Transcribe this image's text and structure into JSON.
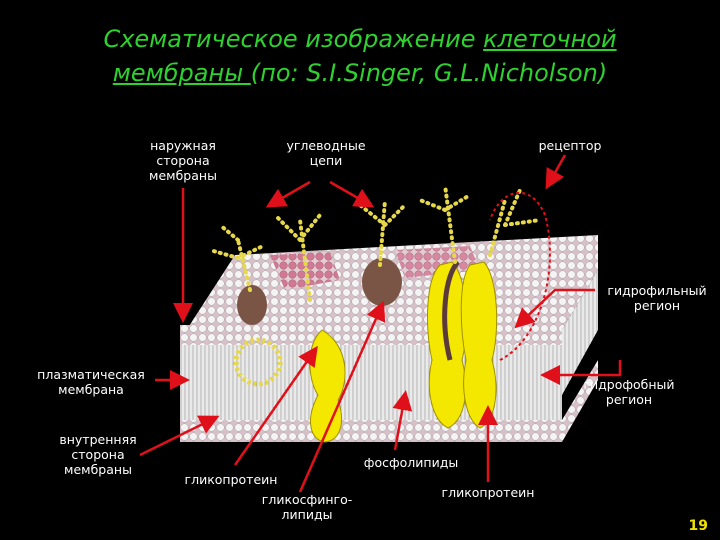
{
  "title": {
    "part1": "Схематическое изображение ",
    "link1": "клеточной",
    "link2": "мембраны ",
    "part2": "(по: S.I.Singer, G.L.Nicholson)"
  },
  "labels": {
    "outer_side": "наружная сторона мембраны",
    "carbohydrate_chains": "углеводные цепи",
    "receptor": "рецептор",
    "hydrophilic_region": "гидрофильный регион",
    "plasma_membrane": "плазматическая мембрана",
    "hydrophobic_region": "гидрофобный регион",
    "inner_side": "внутренняя сторона мембраны",
    "phospholipids": "фосфолипиды",
    "glycoprotein_left": "гликопротеин",
    "glycosphingolipids": "гликосфинго- липиды",
    "glycoprotein_right": "гликопротеин"
  },
  "page_number": "19",
  "colors": {
    "title": "#2fd12f",
    "arrows": "#e0101a",
    "protein": "#f5e800",
    "head_white": "#f4f4f4",
    "head_pink": "#c85a7a",
    "page_number": "#f0e000"
  }
}
